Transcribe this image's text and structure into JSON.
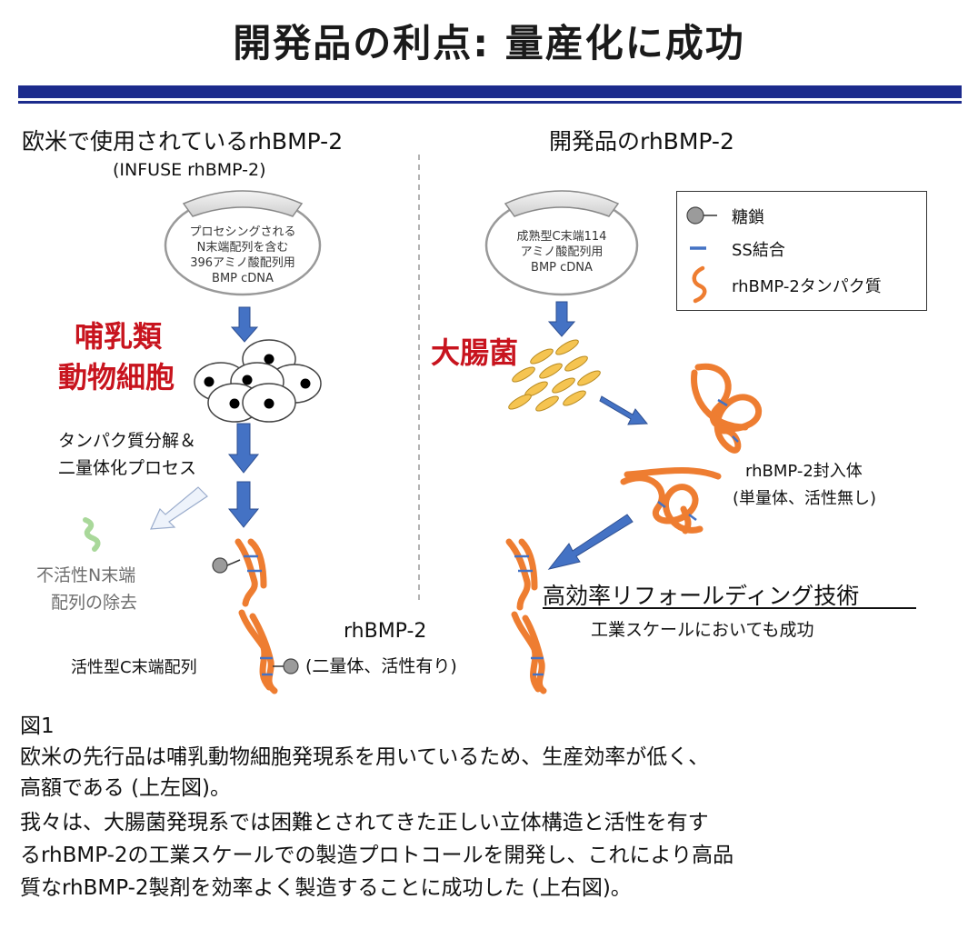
{
  "title": "開発品の利点: 量産化に成功",
  "left": {
    "heading": "欧米で使用されているrhBMP-2",
    "subheading": "(INFUSE rhBMP-2)",
    "plasmid_lines": [
      "プロセシングされる",
      "N末端配列を含む",
      "396アミノ酸配列用",
      "BMP  cDNA"
    ],
    "host_line1": "哺乳類",
    "host_line2": "動物細胞",
    "process_line1": "タンパク質分解＆",
    "process_line2": "二量体化プロセス",
    "removed_line1": "不活性N末端",
    "removed_line2": "配列の除去",
    "active_label": "活性型C末端配列"
  },
  "right": {
    "heading": "開発品のrhBMP-2",
    "plasmid_lines": [
      "成熟型C末端114",
      "アミノ酸配列用",
      "BMP cDNA"
    ],
    "host": "大腸菌",
    "inclusion_line1": "rhBMP-2封入体",
    "inclusion_line2": "(単量体、活性無し)",
    "refolding": "高効率リフォールディング技術",
    "industrial": "工業スケールにおいても成功"
  },
  "product_line1": "rhBMP-2",
  "product_line2": "(二量体、活性有り)",
  "legend": {
    "items": [
      {
        "label": "糖鎖",
        "icon": "glycan-icon"
      },
      {
        "label": "SS結合",
        "icon": "ss-bond-icon"
      },
      {
        "label": "rhBMP-2タンパク質",
        "icon": "protein-icon"
      }
    ]
  },
  "caption": {
    "label": "図1",
    "line1": "欧米の先行品は哺乳動物細胞発現系を用いているため、生産効率が低く、",
    "line2": "高額である (上左図)。",
    "line3": "我々は、大腸菌発現系では困難とされてきた正しい立体構造と活性を有す",
    "line4": "るrhBMP-2の工業スケールでの製造プロトコールを開発し、これにより高品",
    "line5": "質なrhBMP-2製剤を効率よく製造することに成功した (上右図)。"
  },
  "colors": {
    "navy": "#1c2b8c",
    "red": "#c8141e",
    "orange": "#ee7d31",
    "arrow_blue": "#4472c4",
    "bacteria": "#f5c451",
    "ss_bond": "#4472c4"
  }
}
